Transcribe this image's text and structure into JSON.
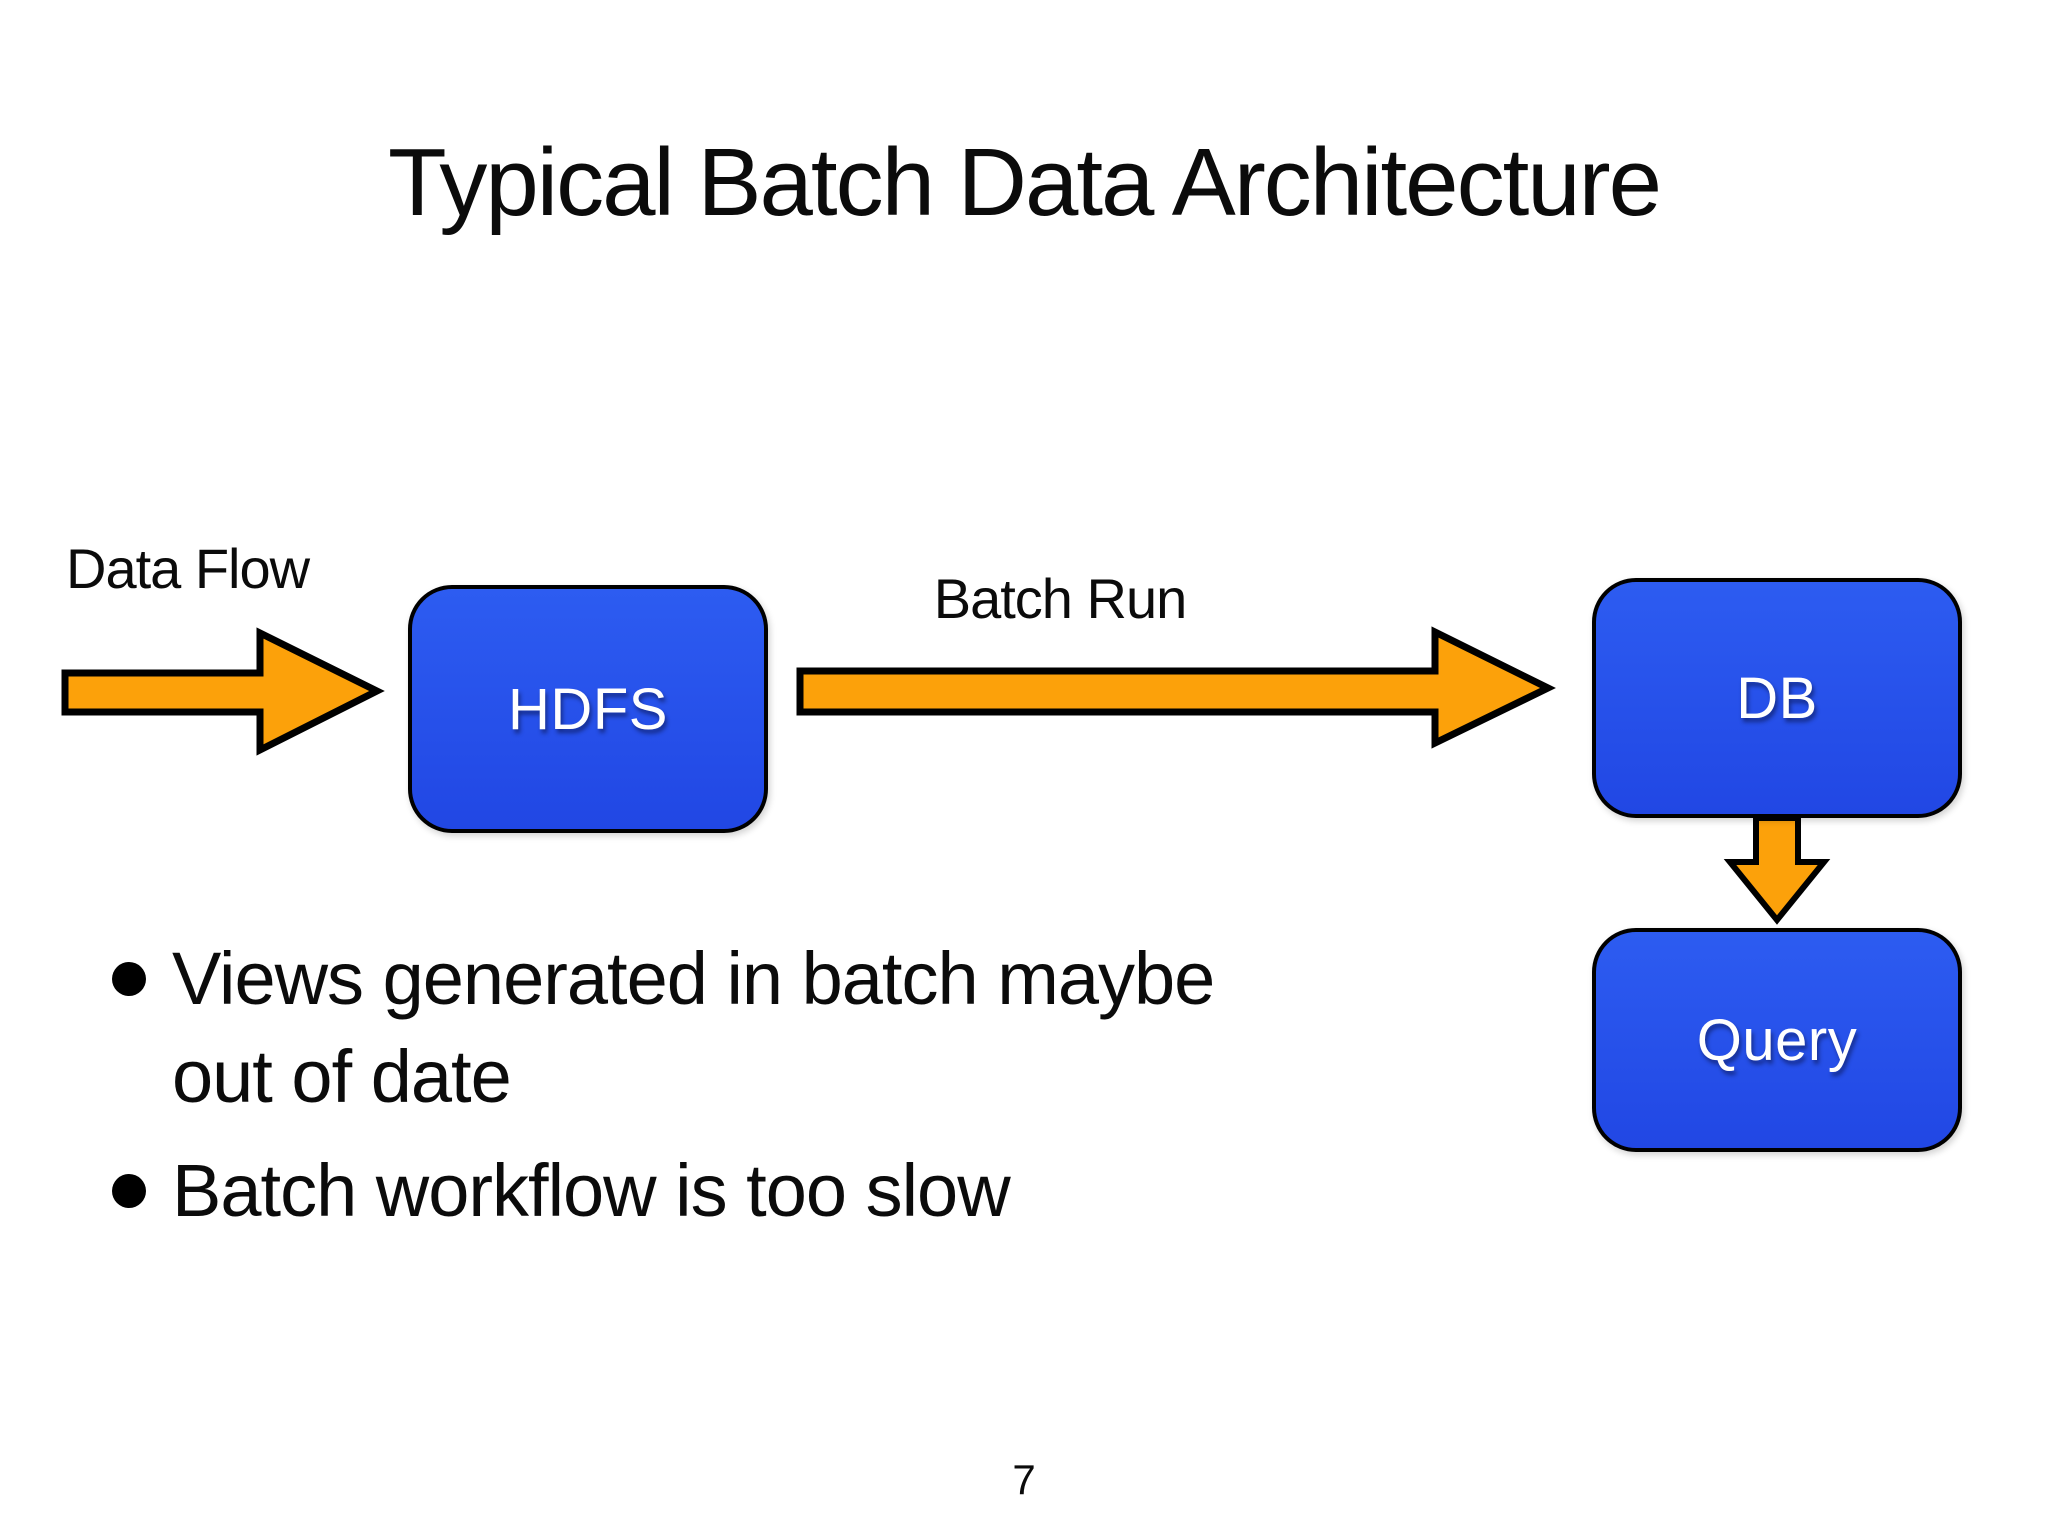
{
  "slide": {
    "title": "Typical Batch Data Architecture",
    "page_number": "7"
  },
  "diagram": {
    "labels": {
      "data_flow": "Data Flow",
      "batch_run": "Batch Run"
    },
    "nodes": [
      {
        "id": "hdfs",
        "label": "HDFS"
      },
      {
        "id": "db",
        "label": "DB"
      },
      {
        "id": "query",
        "label": "Query"
      }
    ],
    "arrows": [
      {
        "name": "data-flow-arrow",
        "from": "source",
        "to": "hdfs",
        "direction": "right"
      },
      {
        "name": "batch-run-arrow",
        "from": "hdfs",
        "to": "db",
        "direction": "right"
      },
      {
        "name": "db-to-query-arrow",
        "from": "db",
        "to": "query",
        "direction": "down"
      }
    ],
    "colors": {
      "node_fill": "#2353EC",
      "node_text": "#FFFFFF",
      "arrow_fill": "#FCA10A",
      "outline": "#000000",
      "background": "#FFFFFF",
      "text": "#0B0B0B"
    }
  },
  "bullets": [
    "Views generated in batch maybe out of date",
    "Batch workflow is too slow"
  ]
}
